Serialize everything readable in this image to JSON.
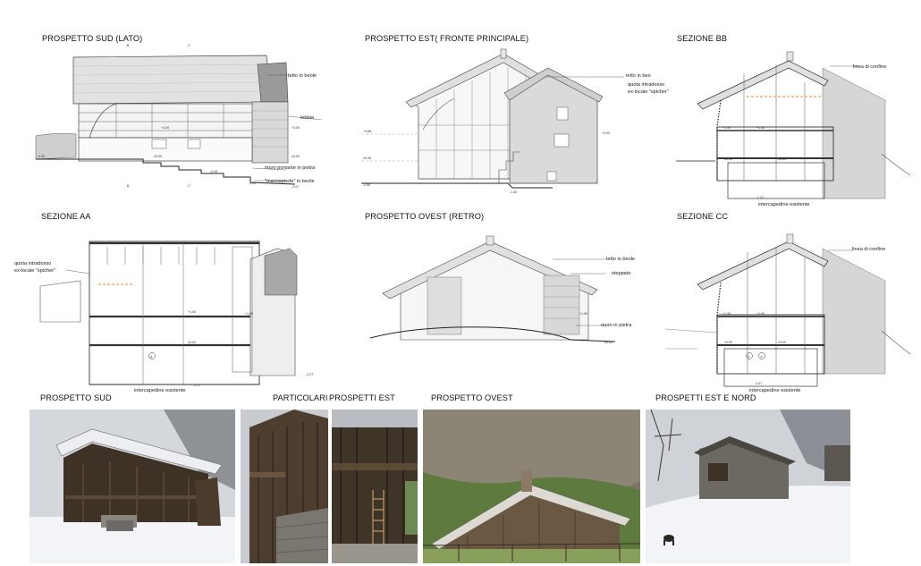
{
  "titles": {
    "sud_lato": "PROSPETTO SUD (LATO)",
    "est_fronte": "PROSPETTO EST( FRONTE PRINCIPALE)",
    "sez_bb": "SEZIONE BB",
    "sez_aa": "SEZIONE AA",
    "ovest_retro": "PROSPETTO OVEST (RETRO)",
    "sez_cc": "SEZIONE CC",
    "photo_sud": "PROSPETTO SUD",
    "photo_particolari": "PARTICOLARI",
    "photo_est": "PROSPETTI EST",
    "photo_ovest": "PROSPETTO OVEST",
    "photo_est_nord": "PROSPETTI EST E NORD"
  },
  "labels": {
    "tetto": "tetto in beole",
    "lobbia": "lobbia",
    "muro_portante": "muro portante in pietra",
    "marciapiede": "\"marciapiede\" in beole",
    "quota_1": "quota intradosso",
    "quota_2": "ex-locale \"spicher\"",
    "linea_confine": "linea di confine",
    "intercapedine": "intercapedine esistente",
    "steppato": "steppato",
    "muro_pietra": "muro in pietra"
  },
  "section_marks": {
    "b": "B",
    "c": "C",
    "a_circle": "a",
    "b_circle": "b"
  },
  "levels": {
    "p388": "+3.88",
    "p300": "+3.00",
    "p190": "+1.90",
    "p160": "+1.60",
    "p105": "+1.05",
    "zero": "±0.00",
    "m032": "-0.32",
    "m050": "-0.50",
    "m093": "-0.93",
    "m140": "-1.40",
    "m207": "-2.07"
  },
  "colors": {
    "line": "#333333",
    "roof_fill": "#e2e2e2",
    "section_fill": "#d6d6d6",
    "orange_dash": "#e8893a",
    "snow": "#f3f4f7",
    "wood": "#4a3b2c",
    "stone": "#8a857c",
    "sky": "#cfd3d8"
  }
}
